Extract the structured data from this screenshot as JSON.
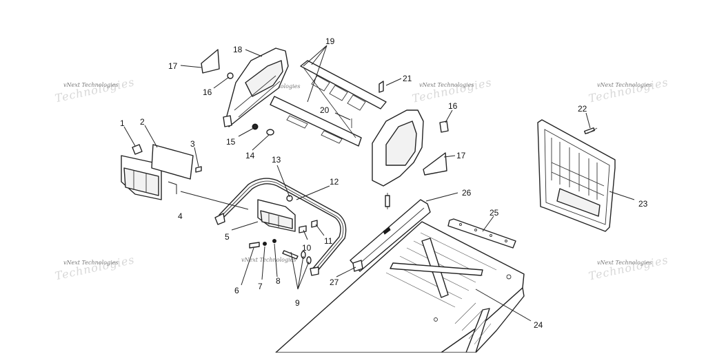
{
  "callouts": {
    "c1": "1",
    "c2": "2",
    "c3": "3",
    "c4": "4",
    "c5": "5",
    "c6": "6",
    "c7": "7",
    "c8": "8",
    "c9": "9",
    "c10": "10",
    "c11": "11",
    "c12": "12",
    "c13": "13",
    "c14": "14",
    "c15": "15",
    "c16a": "16",
    "c16b": "16",
    "c17a": "17",
    "c17b": "17",
    "c18": "18",
    "c19": "19",
    "c20": "20",
    "c21": "21",
    "c22": "22",
    "c23": "23",
    "c24": "24",
    "c25": "25",
    "c26": "26",
    "c27": "27"
  },
  "watermark": {
    "text": "vNext Technologies",
    "ghost": "Technologies"
  }
}
